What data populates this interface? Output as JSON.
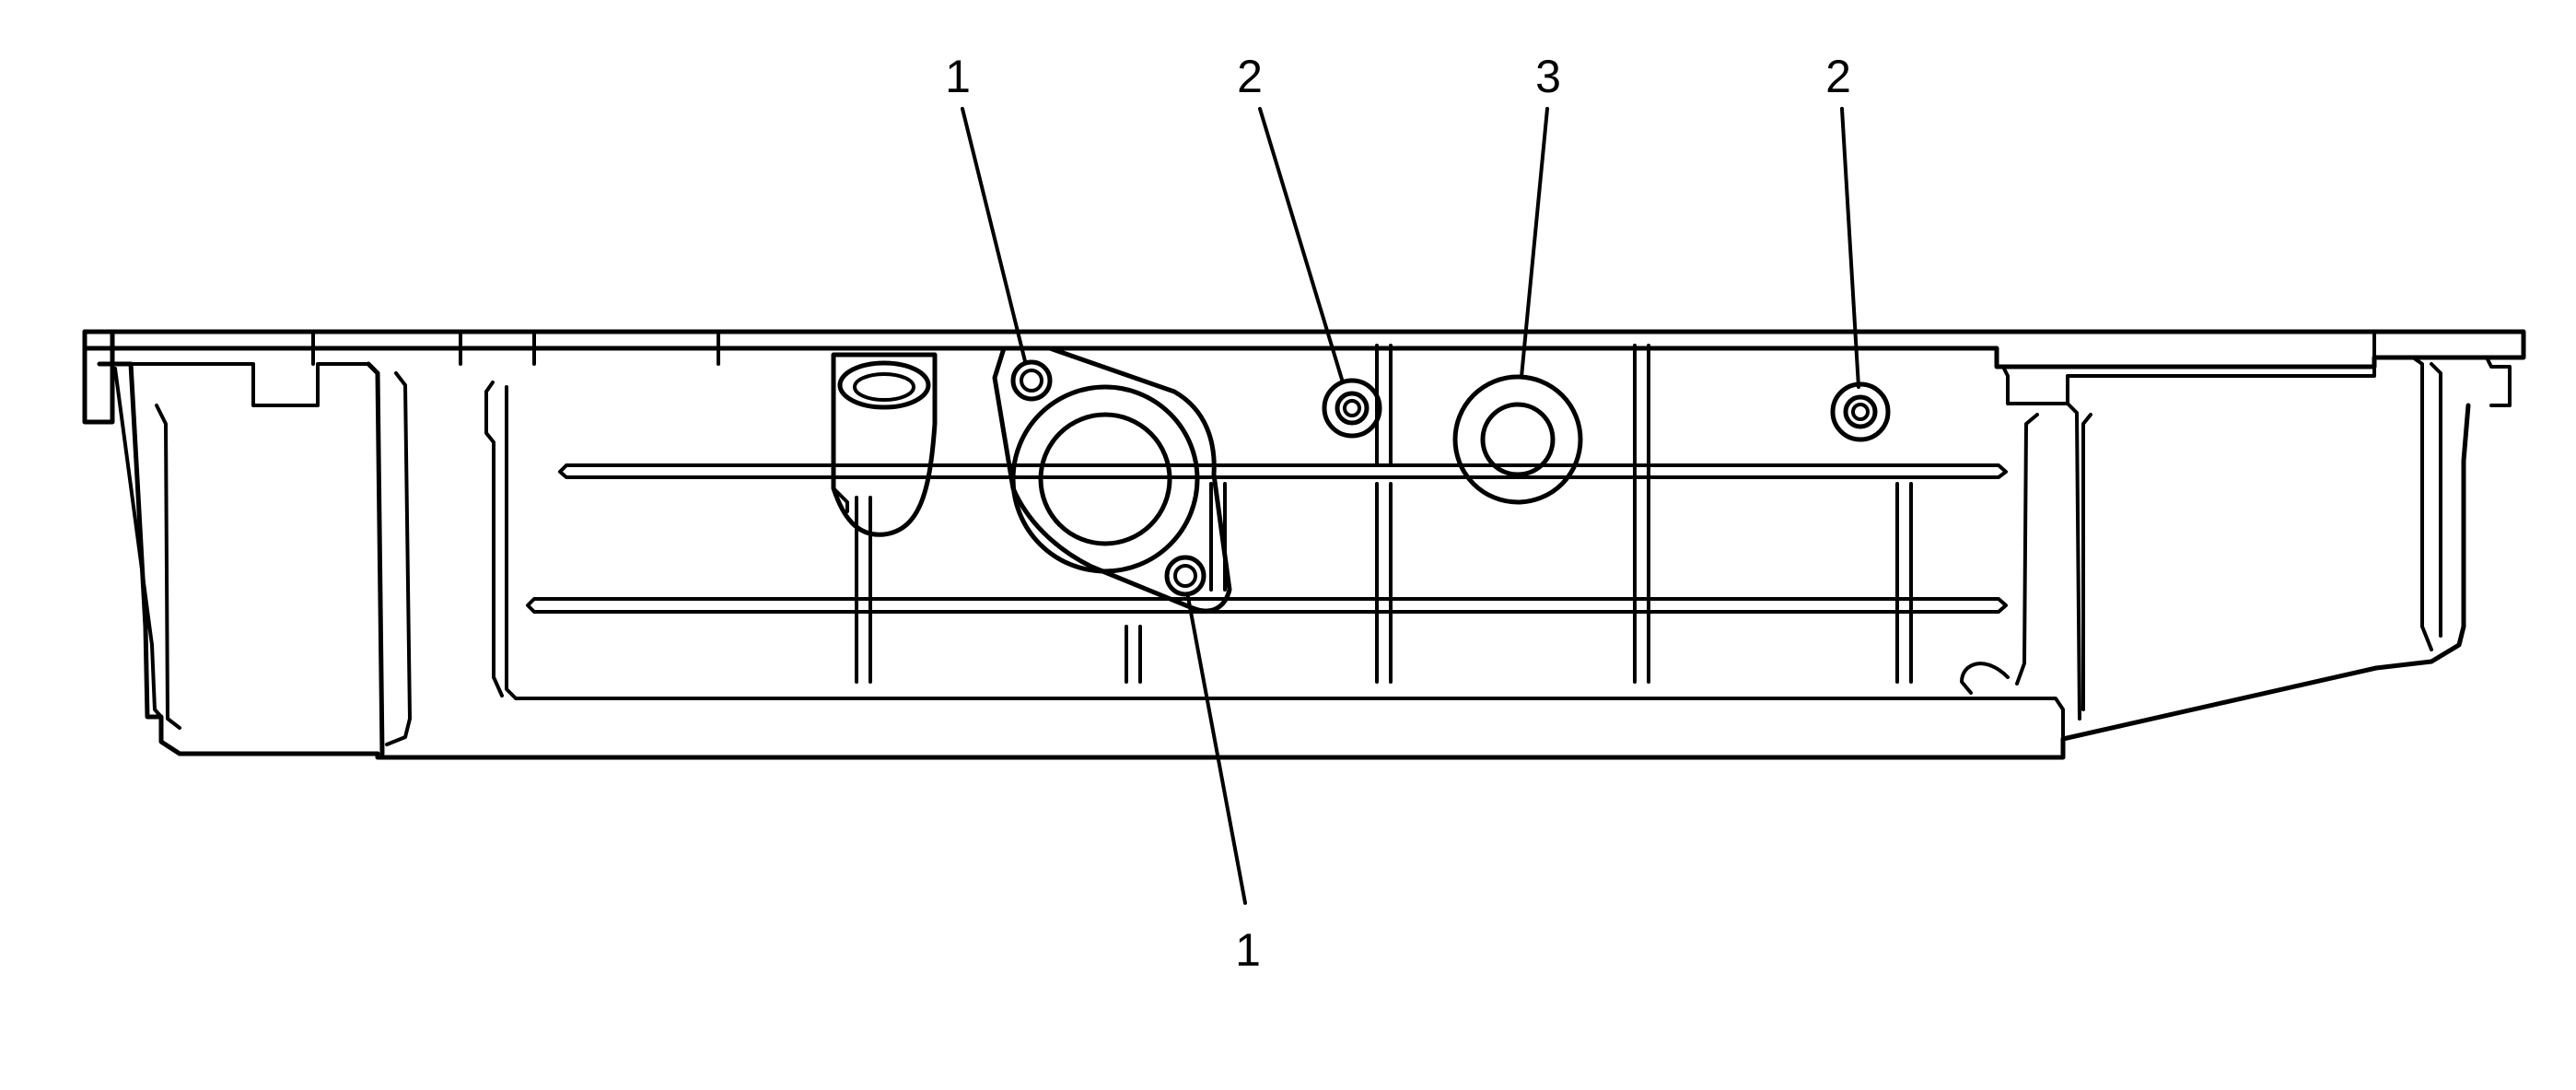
{
  "callouts": [
    {
      "id": "c1a",
      "label": "1"
    },
    {
      "id": "c2a",
      "label": "2"
    },
    {
      "id": "c3",
      "label": "3"
    },
    {
      "id": "c2b",
      "label": "2"
    },
    {
      "id": "c1b",
      "label": "1"
    }
  ],
  "colors": {
    "line": "#000000",
    "background": "#ffffff"
  }
}
